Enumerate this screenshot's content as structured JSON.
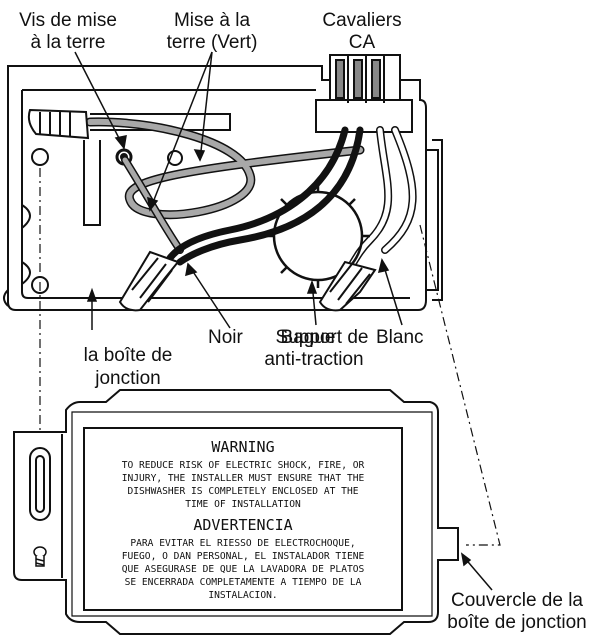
{
  "labels": {
    "ground_screw": [
      "Vis de mise",
      "à la terre"
    ],
    "ground_wire": [
      "Mise à la",
      "terre (Vert)"
    ],
    "ac_jumpers": [
      "Cavaliers",
      "CA"
    ],
    "black": "Noir",
    "strain_relief": [
      "Support de",
      "anti-traction"
    ],
    "strain_relief_overlap": "Bague",
    "white": "Blanc",
    "junction_box": [
      "la boîte de",
      "jonction"
    ],
    "cover": [
      "Couvercle de la",
      "boîte de jonction"
    ]
  },
  "warning_label": {
    "heading_en": "WARNING",
    "lines_en": [
      "TO REDUCE RISK OF ELECTRIC SHOCK, FIRE, OR",
      "INJURY, THE INSTALLER MUST ENSURE THAT THE",
      "DISHWASHER IS COMPLETELY ENCLOSED AT THE",
      "TIME OF INSTALLATION"
    ],
    "heading_es": "ADVERTENCIA",
    "lines_es": [
      "PARA EVITAR EL RIESSO DE ELECTROCHOQUE,",
      "FUEGO, O DAN PERSONAL, EL INSTALADOR TIENE",
      "QUE ASEGURASE DE QUE LA LAVADORA DE PLATOS",
      "SE ENCERRADA COMPLETAMENTE A TIEMPO DE LA",
      "INSTALACION."
    ]
  },
  "colors": {
    "ink": "#111111",
    "ground_wire": "#a8a8a8",
    "white_wire": "#ffffff",
    "black_wire": "#111111"
  }
}
